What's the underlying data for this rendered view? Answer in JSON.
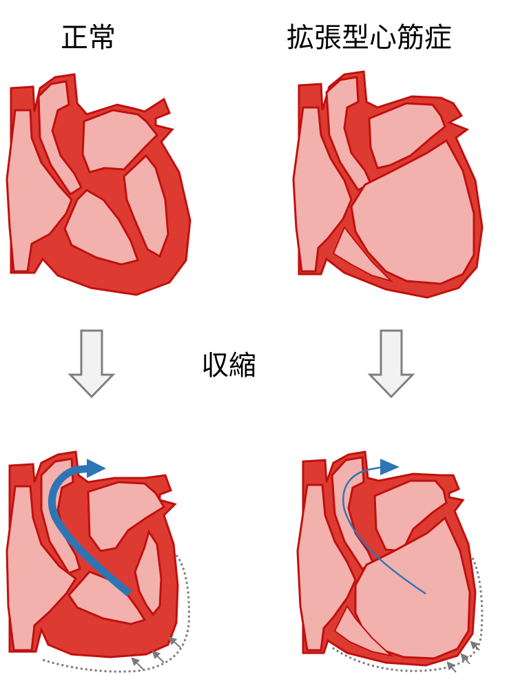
{
  "titles": {
    "normal": "正常",
    "dilated": "拡張型心筋症",
    "contraction": "収縮"
  },
  "colors": {
    "wall": "#dd3b32",
    "wall_stroke": "#c0100e",
    "chamber": "#f2b1ad",
    "flow_arrow": "#2e75b6",
    "down_arrow_fill": "#f2f2f2",
    "down_arrow_stroke": "#7f7f7f",
    "dotted_outline": "#7a7a7a"
  },
  "panels": [
    {
      "id": "normal-relaxed",
      "condition": "normal",
      "phase": "diastole"
    },
    {
      "id": "dilated-relaxed",
      "condition": "dilated",
      "phase": "diastole"
    },
    {
      "id": "normal-contracted",
      "condition": "normal",
      "phase": "systole"
    },
    {
      "id": "dilated-contracted",
      "condition": "dilated",
      "phase": "systole"
    }
  ]
}
